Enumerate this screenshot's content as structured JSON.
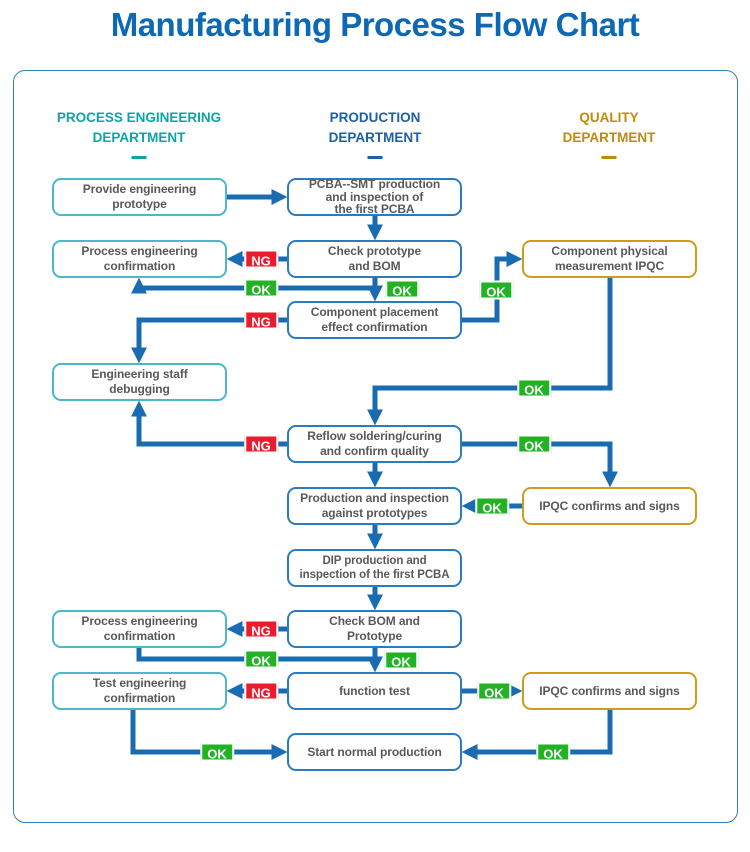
{
  "title": "Manufacturing Process Flow Chart",
  "labels": {
    "ok": "OK",
    "ng": "NG"
  },
  "columns": [
    {
      "id": "process-engineering",
      "label": "PROCESS ENGINEERING\nDEPARTMENT",
      "color": "#0aa6a6"
    },
    {
      "id": "production",
      "label": "PRODUCTION\nDEPARTMENT",
      "color": "#1d5fa8"
    },
    {
      "id": "quality",
      "label": "QUALITY\nDEPARTMENT",
      "color": "#bf8a0e"
    }
  ],
  "nodes": {
    "provide_engineering_prototype": {
      "label": "Provide engineering\nprototype",
      "department": "process-engineering"
    },
    "pcba_smt_first_inspection": {
      "label": "PCBA--SMT production\nand inspection of\nthe first PCBA",
      "department": "production"
    },
    "process_engineering_confirmation_1": {
      "label": "Process engineering\nconfirmation",
      "department": "process-engineering"
    },
    "check_prototype_bom": {
      "label": "Check prototype\nand BOM",
      "department": "production"
    },
    "component_physical_measurement_ipqc": {
      "label": "Component physical\nmeasurement IPQC",
      "department": "quality"
    },
    "component_placement_confirmation": {
      "label": "Component placement\neffect confirmation",
      "department": "production"
    },
    "engineering_staff_debugging": {
      "label": "Engineering staff\ndebugging",
      "department": "process-engineering"
    },
    "reflow_soldering_confirm_quality": {
      "label": "Reflow soldering/curing\nand confirm quality",
      "department": "production"
    },
    "production_inspection_against_prototypes": {
      "label": "Production and inspection\nagainst prototypes",
      "department": "production"
    },
    "ipqc_confirms_and_signs_1": {
      "label": "IPQC confirms and signs",
      "department": "quality"
    },
    "dip_production_first_pcba": {
      "label": "DIP production and\ninspection of the first PCBA",
      "department": "production"
    },
    "process_engineering_confirmation_2": {
      "label": "Process engineering\nconfirmation",
      "department": "process-engineering"
    },
    "check_bom_and_prototype": {
      "label": "Check BOM and\nPrototype",
      "department": "production"
    },
    "test_engineering_confirmation": {
      "label": "Test engineering\nconfirmation",
      "department": "process-engineering"
    },
    "function_test": {
      "label": "function test",
      "department": "production"
    },
    "ipqc_confirms_and_signs_2": {
      "label": "IPQC confirms and signs",
      "department": "quality"
    },
    "start_normal_production": {
      "label": "Start normal production",
      "department": "production"
    }
  },
  "colors": {
    "line": "#1a6cb2",
    "ok": "#23b223",
    "ng": "#ed1b2e",
    "dept-process": "#0aa6a6",
    "dept-production": "#1d5fa8",
    "dept-quality": "#bf8a0e",
    "box-process": "#49b8cb",
    "box-production": "#2b7cbe",
    "box-quality": "#cf9b1d",
    "title": "#0d68b6",
    "text": "#595959",
    "frame": "#2e7fb8"
  }
}
